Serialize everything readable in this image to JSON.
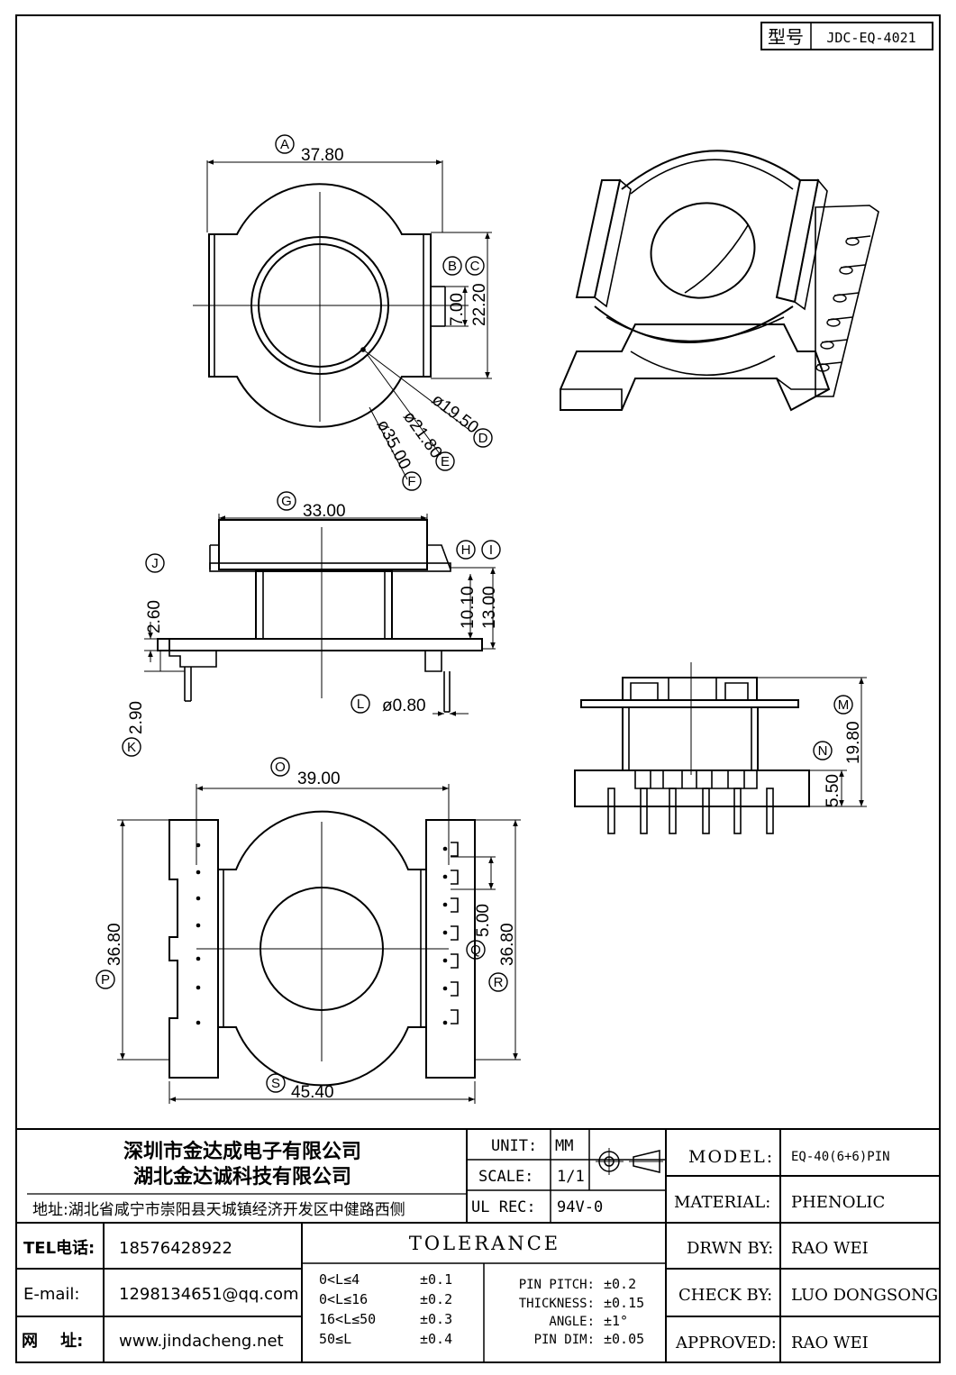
{
  "header": {
    "model_label": "型号",
    "model_code": "JDC-EQ-4021"
  },
  "top_view": {
    "dims": {
      "A": "37.80",
      "B": "7.00",
      "C": "22.20",
      "D": "ø19.50",
      "E": "ø21.80",
      "F": "ø35.00"
    }
  },
  "side_view": {
    "dims": {
      "G": "33.00",
      "H": "10.10",
      "I": "13.00",
      "J": "2.60",
      "K": "2.90",
      "L": "ø0.80"
    }
  },
  "bottom_view": {
    "dims": {
      "O": "39.00",
      "P": "36.80",
      "Q": "5.00",
      "R": "36.80",
      "S": "45.40"
    }
  },
  "end_view": {
    "dims": {
      "M": "19.80",
      "N": "5.50"
    }
  },
  "bubbles": [
    "A",
    "B",
    "C",
    "D",
    "E",
    "F",
    "G",
    "H",
    "I",
    "J",
    "K",
    "L",
    "M",
    "N",
    "O",
    "P",
    "Q",
    "R",
    "S"
  ],
  "title_block": {
    "company_1": "深圳市金达成电子有限公司",
    "company_2": "湖北金达诚科技有限公司",
    "address": "地址:湖北省咸宁市崇阳县天城镇经济开发区中健路西侧",
    "tel_label": "TEL电话:",
    "tel_value": "18576428922",
    "email_label": "E-mail:",
    "email_value": "1298134651@qq.com",
    "web_label": "网    址:",
    "web_value": "www.jindacheng.net",
    "unit_label": "UNIT:",
    "unit_value": "MM",
    "scale_label": "SCALE:",
    "scale_value": "1/1",
    "ulrec_label": "UL REC:",
    "ulrec_value": "94V-0",
    "tolerance_title": "TOLERANCE",
    "tolerance_rows": [
      {
        "range": "0<L≤4",
        "value": "±0.1"
      },
      {
        "range": "0<L≤16",
        "value": "±0.2"
      },
      {
        "range": "16<L≤50",
        "value": "±0.3"
      },
      {
        "range": "50≤L",
        "value": "±0.4"
      }
    ],
    "specs": [
      {
        "label": "PIN PITCH:",
        "value": "±0.2"
      },
      {
        "label": "THICKNESS:",
        "value": "±0.15"
      },
      {
        "label": "ANGLE:",
        "value": "±1°"
      },
      {
        "label": "PIN DIM:",
        "value": "±0.05"
      }
    ],
    "model_label": "MODEL:",
    "model_value": "EQ-40(6+6)PIN",
    "material_label": "MATERIAL:",
    "material_value": "PHENOLIC",
    "drawn_label": "DRWN BY:",
    "drawn_value": "RAO WEI",
    "check_label": "CHECK BY:",
    "check_value": "LUO DONGSONG",
    "approved_label": "APPROVED:",
    "approved_value": "RAO WEI"
  }
}
